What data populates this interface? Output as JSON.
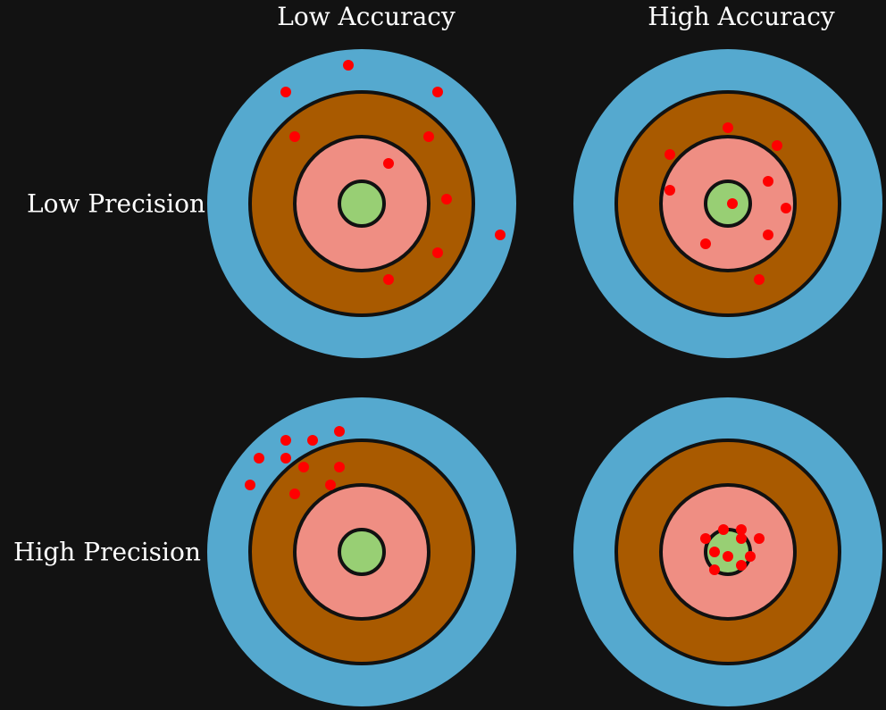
{
  "labels": {
    "col_low": "Low Accuracy",
    "col_high": "High Accuracy",
    "row_low": "Low Precision",
    "row_high": "High Precision"
  },
  "colors": {
    "background": "#121212",
    "ring_outer": "#55a9cf",
    "ring_middle": "#a95a00",
    "ring_inner": "#ef8e83",
    "bullseye": "#98cf74",
    "outline": "#111111",
    "hit": "#ff0000"
  },
  "targets": [
    {
      "name": "low-accuracy-low-precision",
      "hits": [
        [
          -15,
          -155
        ],
        [
          -85,
          -125
        ],
        [
          85,
          -125
        ],
        [
          -75,
          -75
        ],
        [
          75,
          -75
        ],
        [
          30,
          -45
        ],
        [
          95,
          -5
        ],
        [
          155,
          35
        ],
        [
          85,
          55
        ],
        [
          30,
          85
        ]
      ]
    },
    {
      "name": "high-accuracy-low-precision",
      "hits": [
        [
          0,
          -85
        ],
        [
          -65,
          -55
        ],
        [
          55,
          -65
        ],
        [
          -65,
          -15
        ],
        [
          45,
          -25
        ],
        [
          65,
          5
        ],
        [
          5,
          0
        ],
        [
          -25,
          45
        ],
        [
          45,
          35
        ],
        [
          35,
          85
        ]
      ]
    },
    {
      "name": "low-accuracy-high-precision",
      "hits": [
        [
          -25,
          -135
        ],
        [
          -85,
          -125
        ],
        [
          -55,
          -125
        ],
        [
          -115,
          -105
        ],
        [
          -85,
          -105
        ],
        [
          -65,
          -95
        ],
        [
          -25,
          -95
        ],
        [
          -125,
          -75
        ],
        [
          -75,
          -65
        ],
        [
          -35,
          -75
        ]
      ]
    },
    {
      "name": "high-accuracy-high-precision",
      "hits": [
        [
          -5,
          -25
        ],
        [
          15,
          -25
        ],
        [
          -25,
          -15
        ],
        [
          15,
          -15
        ],
        [
          35,
          -15
        ],
        [
          -15,
          0
        ],
        [
          0,
          5
        ],
        [
          25,
          5
        ],
        [
          -15,
          20
        ],
        [
          15,
          15
        ]
      ]
    }
  ]
}
